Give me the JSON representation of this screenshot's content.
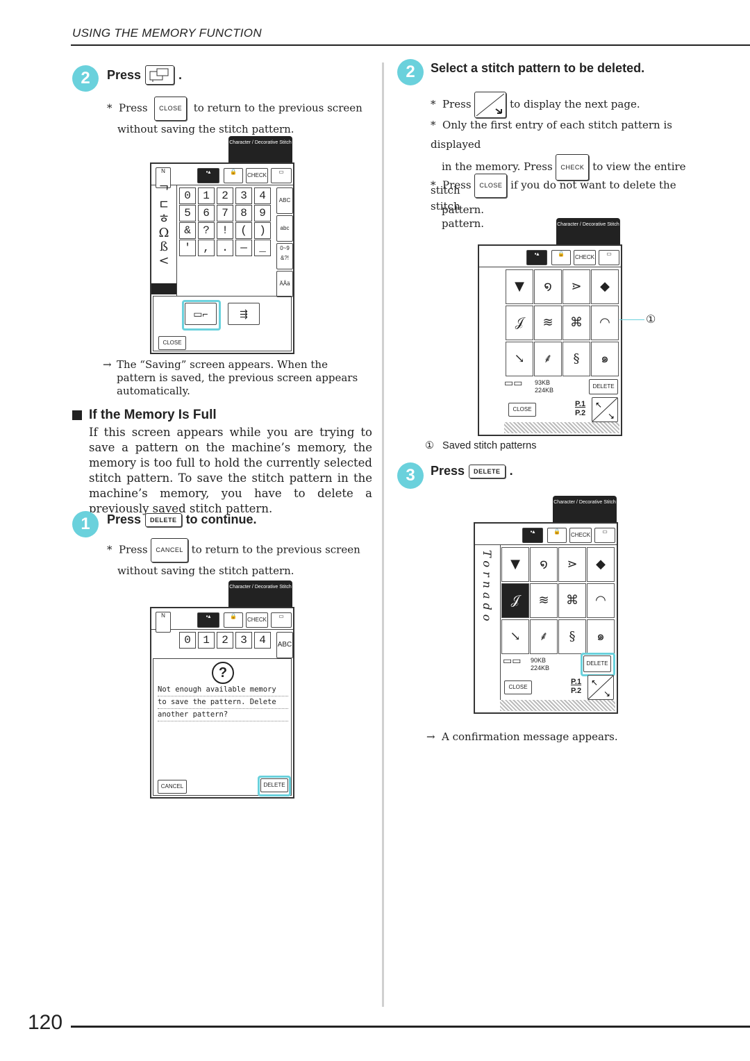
{
  "header": {
    "title": "USING THE MEMORY FUNCTION"
  },
  "page_number": "120",
  "left": {
    "step2": {
      "number": "2",
      "press": "Press",
      "period": ".",
      "note_star": "*",
      "note_press": "Press",
      "note_key": "CLOSE",
      "note_text1": "to return to the previous screen",
      "note_text2": "without saving the stitch pattern.",
      "result_arrow": "→",
      "result_text": "The “Saving” screen appears. When the pattern is saved, the previous screen appears automatically."
    },
    "screen1": {
      "tab": "Character / Decorative Stitch",
      "check": "CHECK",
      "close": "CLOSE",
      "digits_row1": [
        "0",
        "1",
        "2",
        "3",
        "4"
      ],
      "digits_row2": [
        "5",
        "6",
        "7",
        "8",
        "9"
      ],
      "digits_row3": [
        "&",
        "?",
        "!",
        "(",
        ")"
      ],
      "digits_row4": [
        "'",
        ",",
        ".",
        "—",
        "_"
      ],
      "side_labels": [
        "ABC",
        "abc",
        "0~9 &?!",
        "ÄÅä"
      ]
    },
    "section": {
      "title": "If the Memory Is Full",
      "para": "If this screen appears while you are trying to save a pattern on the machine’s memory, the memory is too full to hold the currently selected stitch pattern. To save the stitch pattern in the machine’s memory, you have to delete a previously saved stitch pattern."
    },
    "step1": {
      "number": "1",
      "press": "Press",
      "key": "DELETE",
      "after": "to continue.",
      "note_star": "*",
      "note_press": "Press",
      "note_key": "CANCEL",
      "note_text1": "to return to the previous screen",
      "note_text2": "without saving the stitch pattern."
    },
    "screen2": {
      "tab": "Character / Decorative Stitch",
      "check": "CHECK",
      "message_l1": "Not enough available memory",
      "message_l2": "to save the pattern. Delete",
      "message_l3": "another pattern?",
      "cancel": "CANCEL",
      "delete": "DELETE",
      "digits_row1": [
        "0",
        "1",
        "2",
        "3",
        "4"
      ],
      "abc": "ABC"
    }
  },
  "right": {
    "step2": {
      "number": "2",
      "title": "Select a stitch pattern to be deleted.",
      "n1_star": "*",
      "n1_press": "Press",
      "n1_text": "to display the next page.",
      "n2_star": "*",
      "n2_text_a": "Only the first entry of each stitch pattern is displayed",
      "n2_text_b": "in the memory. Press",
      "n2_key": "CHECK",
      "n2_text_c": "to view the entire stitch",
      "n2_text_d": "pattern.",
      "n3_star": "*",
      "n3_press": "Press",
      "n3_key": "CLOSE",
      "n3_text_a": "if you do not want to delete the stitch",
      "n3_text_b": "pattern.",
      "callout_num": "①",
      "callout_label": "Saved stitch patterns"
    },
    "screen3": {
      "tab": "Character / Decorative Stitch",
      "check": "CHECK",
      "mem1": "93KB",
      "mem2": "224KB",
      "delete": "DELETE",
      "close": "CLOSE",
      "p1": "P.1",
      "p2": "P.2"
    },
    "step3": {
      "number": "3",
      "press": "Press",
      "key": "DELETE",
      "period": ".",
      "result_arrow": "→",
      "result_text": "A confirmation message appears."
    },
    "screen4": {
      "tab": "Character / Decorative Stitch",
      "check": "CHECK",
      "mem1": "90KB",
      "mem2": "224KB",
      "delete": "DELETE",
      "close": "CLOSE",
      "p1": "P.1",
      "p2": "P.2",
      "side_text": "Tornado"
    }
  }
}
